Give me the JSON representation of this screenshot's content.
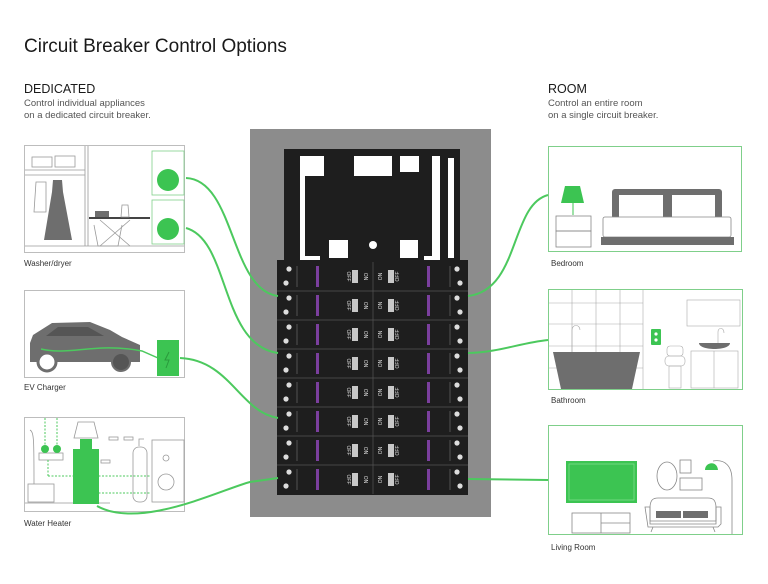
{
  "title": "Circuit Breaker Control Options",
  "dedicated": {
    "heading": "DEDICATED",
    "description_line1": "Control individual appliances",
    "description_line2": "on a dedicated circuit breaker.",
    "items": [
      {
        "label": "Washer/dryer"
      },
      {
        "label": "EV Charger"
      },
      {
        "label": "Water Heater"
      }
    ]
  },
  "room": {
    "heading": "ROOM",
    "description_line1": "Control an entire room",
    "description_line2": "on a single circuit breaker.",
    "items": [
      {
        "label": "Bedroom"
      },
      {
        "label": "Bathroom"
      },
      {
        "label": "Living Room"
      }
    ]
  },
  "panel": {
    "rows": 8,
    "left_switch": {
      "on": "ON",
      "off": "OFF"
    },
    "right_switch": {
      "on": "ON",
      "off": "OFF"
    }
  },
  "colors": {
    "accent_green": "#3cc452",
    "wire_green": "#4cc95e",
    "panel_gray": "#8c8c8c",
    "panel_black": "#1e1e1e",
    "handle_purple": "#7b3f9e",
    "illustration_gray": "#6e6e6e"
  }
}
